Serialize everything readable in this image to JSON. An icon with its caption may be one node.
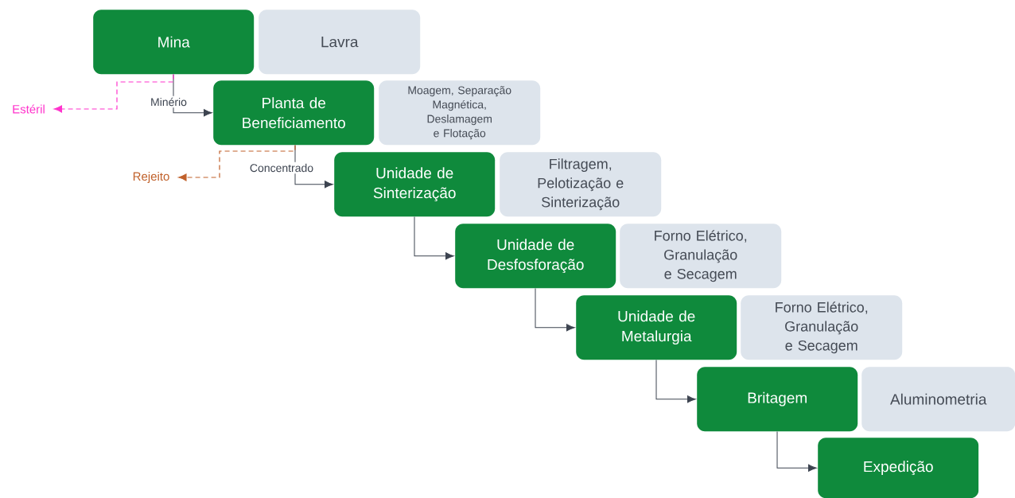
{
  "diagram": {
    "nodes": [
      {
        "text": [
          "Mina"
        ]
      },
      {
        "text": [
          "Lavra"
        ]
      },
      {
        "text": [
          "Planta de Beneficiamento"
        ]
      },
      {
        "text": [
          "Moagem, Separação Magnética, Deslamagem e Flotação"
        ]
      },
      {
        "text": [
          "Unidade de Sinterização"
        ]
      },
      {
        "text": [
          "Filtragem, Pelotização e Sinterização"
        ]
      },
      {
        "text": [
          "Unidade de Desfosforação"
        ]
      },
      {
        "text": [
          "Forno Elétrico, Granulação e Secagem"
        ]
      },
      {
        "text": [
          "Unidade de Metalurgia"
        ]
      },
      {
        "text": [
          "Forno Elétrico, Granulação e Secagem"
        ]
      },
      {
        "text": [
          "Britagem"
        ]
      },
      {
        "text": [
          "Aluminometria"
        ]
      },
      {
        "text": [
          "Expedição"
        ]
      },
      {
        "text": [
          "Estéril"
        ]
      },
      {
        "text": [
          "Rejeito"
        ]
      }
    ],
    "edges": [
      {
        "from": 0,
        "to": 2,
        "arrow": "to",
        "label": "Minério"
      },
      {
        "from": 0,
        "to": 13,
        "arrow": "to",
        "style": "dashed",
        "color": "#ff33cc"
      },
      {
        "from": 2,
        "to": 4,
        "arrow": "to",
        "label": "Concentrado"
      },
      {
        "from": 2,
        "to": 14,
        "arrow": "to",
        "style": "dashed",
        "color": "#c0602a"
      },
      {
        "from": 4,
        "to": 6,
        "arrow": "to"
      },
      {
        "from": 6,
        "to": 8,
        "arrow": "to"
      },
      {
        "from": 8,
        "to": 10,
        "arrow": "to"
      },
      {
        "from": 10,
        "to": 12,
        "arrow": "to"
      }
    ]
  }
}
